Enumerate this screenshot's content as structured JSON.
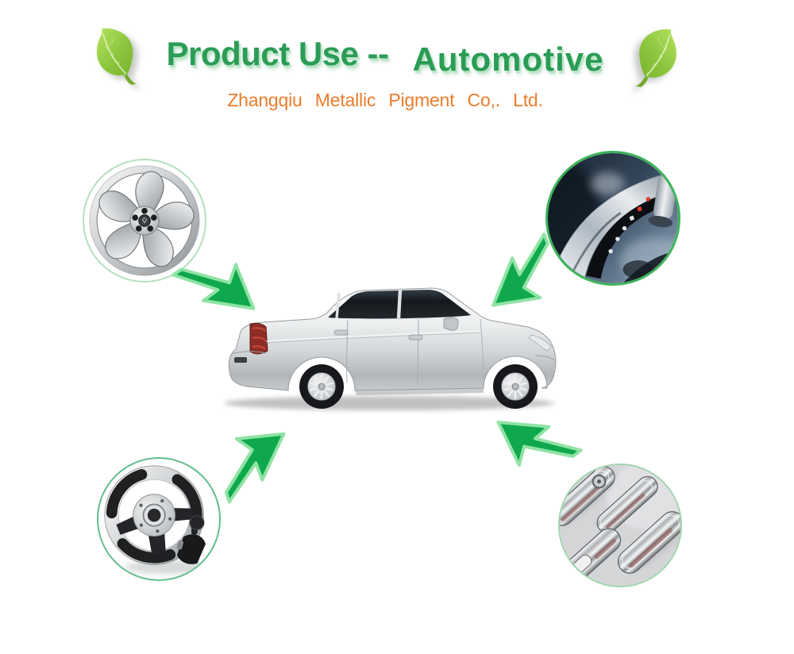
{
  "page": {
    "background_color": "#ffffff"
  },
  "header": {
    "title_left": "Product Use --",
    "title_right": "Automotive",
    "title_color": "#2b9c55",
    "title_shadow_color": "#b9e4c6",
    "subtitle": "Zhangqiu Metallic Pigment Co,. Ltd.",
    "subtitle_color": "#ec7c2b",
    "leaf_color": "#8cc63e"
  },
  "diagram": {
    "center_vehicle": "silver-sedan-side-view",
    "arrow_color": "#0fa84d",
    "arrow_outline_color": "#8fe3a4",
    "callouts": [
      {
        "id": "alloy-wheel",
        "photo": "alloy-wheel-rim",
        "position": "top-left",
        "ring_color": "#b5dfc0"
      },
      {
        "id": "gear-shifter",
        "photo": "automatic-gear-shifter-console",
        "position": "top-right",
        "ring_color": "#3cb45a"
      },
      {
        "id": "steering-wheel",
        "photo": "steering-wheel-with-shifter",
        "position": "bottom-left",
        "ring_color": "#62bd8f"
      },
      {
        "id": "door-handles",
        "photo": "chrome-door-handle-covers",
        "position": "bottom-right",
        "ring_color": "#9fd4ae"
      }
    ]
  }
}
